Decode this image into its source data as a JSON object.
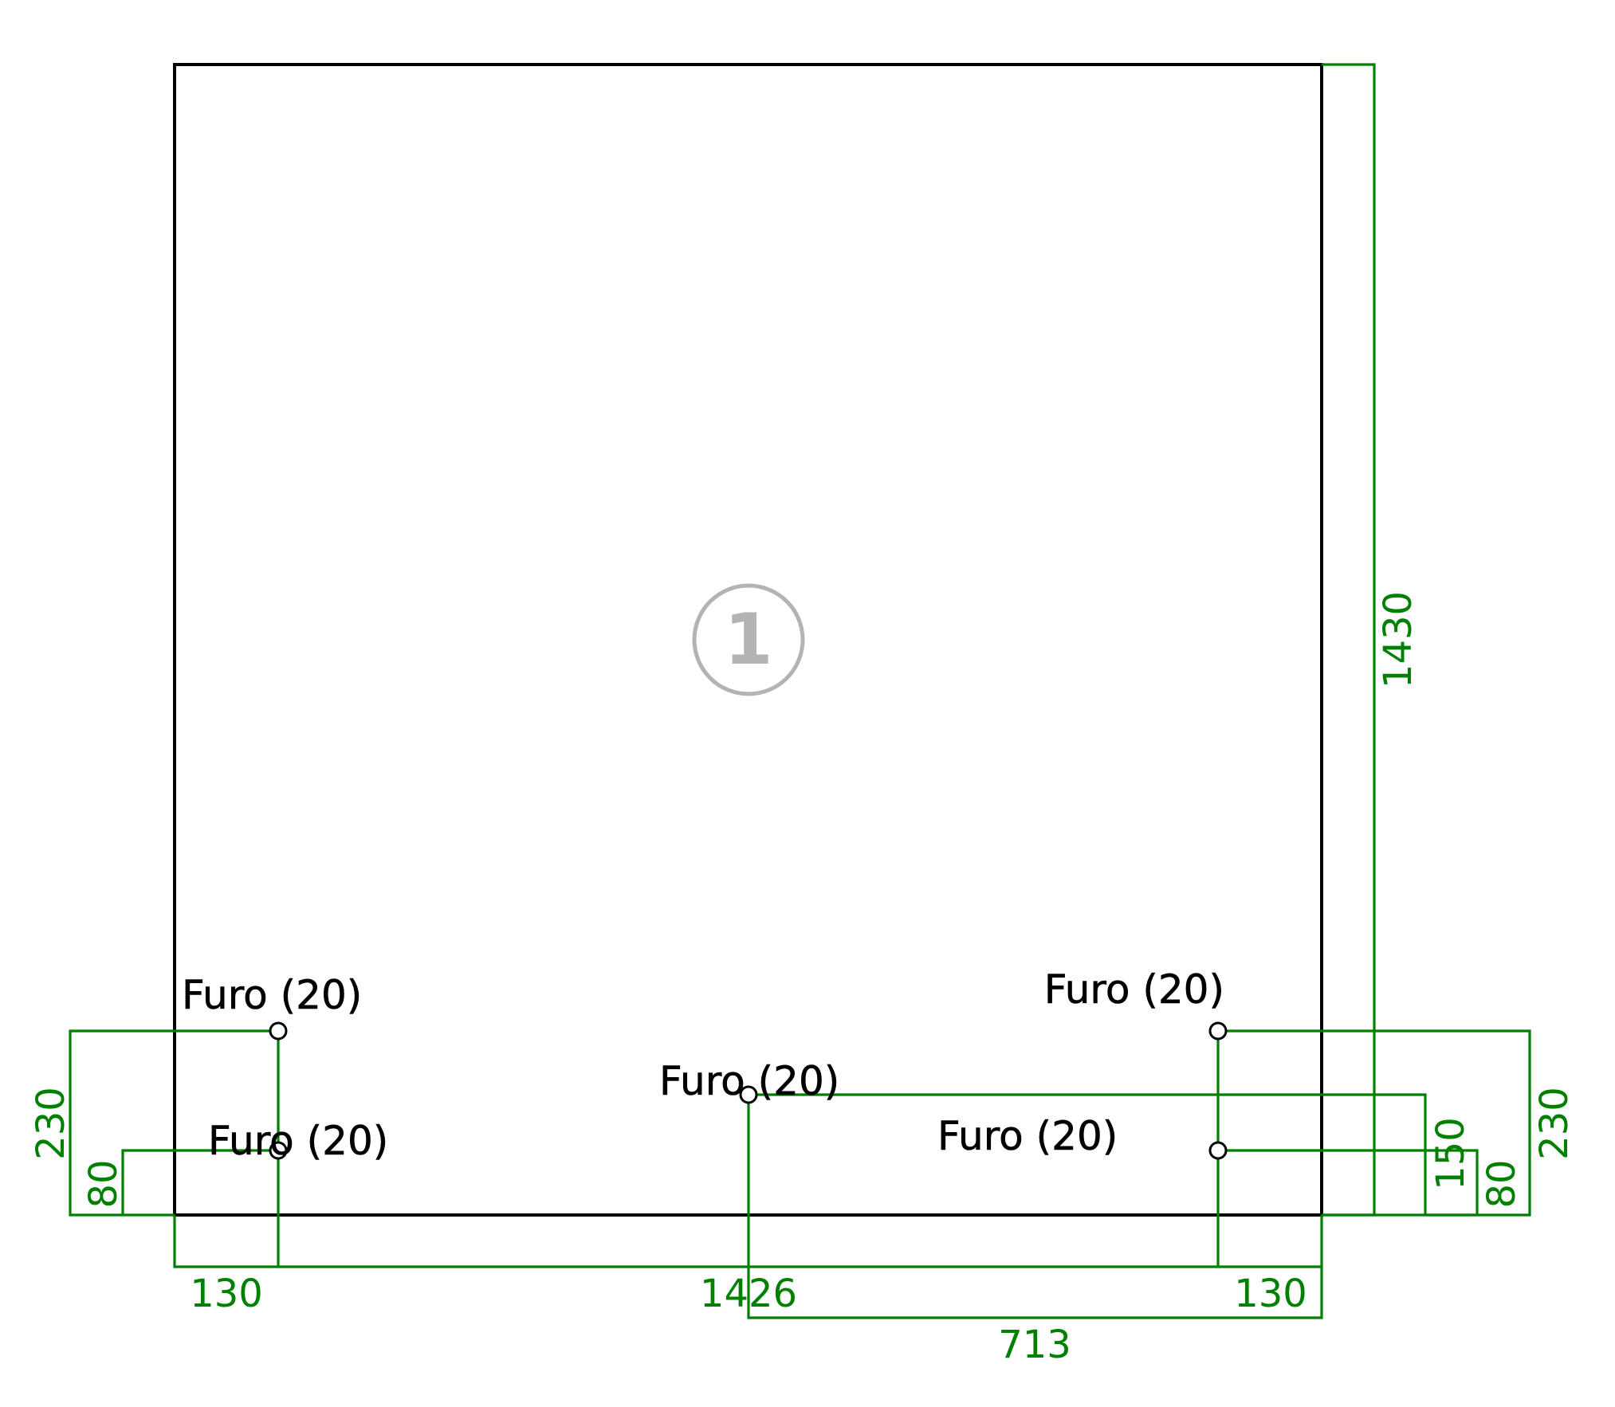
{
  "colors": {
    "outline": "#000000",
    "dimension": "#008000",
    "part_marker": "#b3b3b3"
  },
  "part": {
    "number": "1"
  },
  "holes": [
    {
      "label": "Furo (20)"
    },
    {
      "label": "Furo (20)"
    },
    {
      "label": "Furo (20)"
    },
    {
      "label": "Furo (20)"
    },
    {
      "label": "Furo (20)"
    }
  ],
  "dimensions": {
    "overall_width": "1426",
    "overall_height": "1430",
    "left_hole_x": "130",
    "right_hole_x": "130",
    "center_hole_x": "713",
    "left_upper_y": "230",
    "left_lower_y": "80",
    "right_upper_y": "230",
    "right_lower_y": "80",
    "center_hole_y": "150"
  }
}
